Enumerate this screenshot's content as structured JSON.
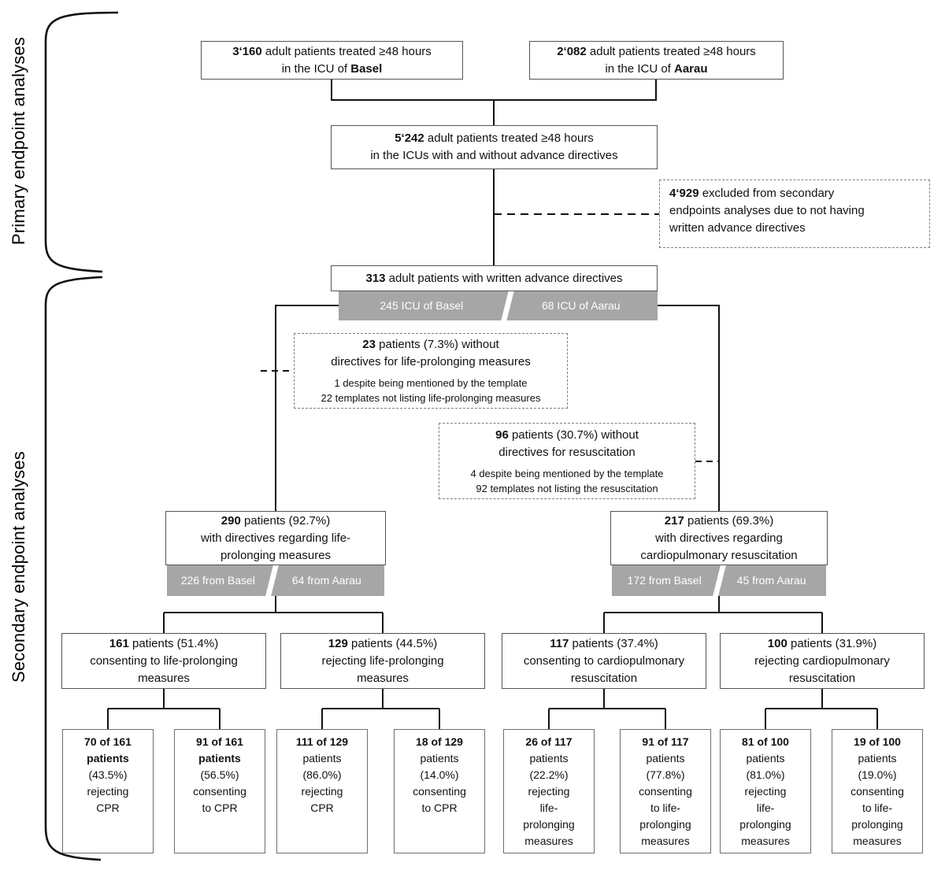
{
  "side": {
    "primary": "Primary endpoint analyses",
    "secondary": "Secondary endpoint analyses"
  },
  "colors": {
    "bar_gray": "#a6a6a6",
    "border_solid": "#545454",
    "border_dashed": "#7d7d7d",
    "line": "#111111",
    "bar_text": "#ffffff"
  },
  "top": {
    "basel": {
      "count": "3‘160",
      "text": " adult patients treated ≥48 hours",
      "prefix": "in the ICU of ",
      "site": "Basel"
    },
    "aarau": {
      "count": "2‘082",
      "text": " adult patients treated ≥48 hours",
      "prefix": "in the ICU of ",
      "site": "Aarau"
    },
    "combined": {
      "count": "5‘242",
      "text": " adult patients treated ≥48 hours",
      "line2": "in the ICUs with and without advance directives"
    },
    "excluded": {
      "count": "4‘929",
      "l1": " excluded from secondary",
      "l2": "endpoints analyses due to not having",
      "l3": "written advance directives"
    }
  },
  "directives": {
    "count": "313",
    "text": " adult patients with written advance directives",
    "bar_left": "245 ICU of Basel",
    "bar_right": "68 ICU of Aarau"
  },
  "exclusions": {
    "lpm": {
      "count": "23",
      "l1": " patients (7.3%) without",
      "l2": "directives for life-prolonging measures",
      "n1": "1 despite being mentioned by the template",
      "n2": "22 templates not listing life-prolonging measures"
    },
    "cpr": {
      "count": "96",
      "l1": " patients (30.7%) without",
      "l2": "directives for resuscitation",
      "n1": "4 despite being mentioned by the template",
      "n2": "92 templates not listing the resuscitation"
    }
  },
  "mid": {
    "lpm": {
      "count": "290",
      "l1": " patients (92.7%)",
      "l2": "with directives regarding life-",
      "l3": "prolonging measures",
      "bar_left": "226 from Basel",
      "bar_right": "64 from Aarau"
    },
    "cpr": {
      "count": "217",
      "l1": " patients (69.3%)",
      "l2": "with directives regarding",
      "l3": "cardiopulmonary resuscitation",
      "bar_left": "172 from Basel",
      "bar_right": "45 from Aarau"
    }
  },
  "row4": [
    {
      "count": "161",
      "l1": " patients (51.4%)",
      "l2": "consenting to life-prolonging",
      "l3": "measures"
    },
    {
      "count": "129",
      "l1": " patients (44.5%)",
      "l2": "rejecting life-prolonging",
      "l3": "measures"
    },
    {
      "count": "117",
      "l1": " patients (37.4%)",
      "l2": "consenting to cardiopulmonary",
      "l3": "resuscitation"
    },
    {
      "count": "100",
      "l1": " patients (31.9%)",
      "l2": "rejecting cardiopulmonary",
      "l3": "resuscitation"
    }
  ],
  "leaves": [
    {
      "bold": [
        "70 of 161",
        "patients"
      ],
      "normal": [
        "(43.5%)",
        "rejecting",
        "CPR"
      ]
    },
    {
      "bold": [
        "91 of 161",
        "patients"
      ],
      "normal": [
        "(56.5%)",
        "consenting",
        "to CPR"
      ]
    },
    {
      "bold": [
        "111 of 129"
      ],
      "normal": [
        "patients",
        "(86.0%)",
        "rejecting",
        "CPR"
      ]
    },
    {
      "bold": [
        "18 of 129"
      ],
      "normal": [
        "patients",
        "(14.0%)",
        "consenting",
        "to CPR"
      ]
    },
    {
      "bold": [
        "26 of 117"
      ],
      "normal": [
        "patients",
        "(22.2%)",
        "rejecting",
        "life-",
        "prolonging",
        "measures"
      ]
    },
    {
      "bold": [
        "91 of 117"
      ],
      "normal": [
        "patients",
        "(77.8%)",
        "consenting",
        "to life-",
        "prolonging",
        "measures"
      ]
    },
    {
      "bold": [
        "81 of 100"
      ],
      "normal": [
        "patients",
        "(81.0%)",
        "rejecting",
        "life-",
        "prolonging",
        "measures"
      ]
    },
    {
      "bold": [
        "19 of 100"
      ],
      "normal": [
        "patients",
        "(19.0%)",
        "consenting",
        "to life-",
        "prolonging",
        "measures"
      ]
    }
  ]
}
